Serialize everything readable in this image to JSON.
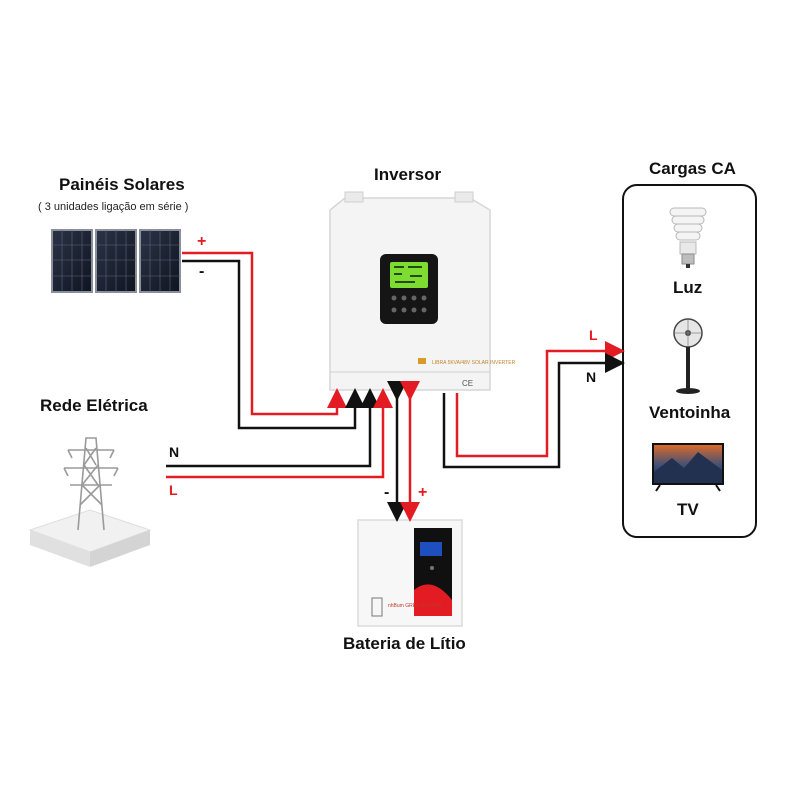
{
  "solar": {
    "title": "Painéis Solares",
    "subtitle": "( 3 unidades ligação em série )",
    "plus": "+",
    "minus": "-"
  },
  "inverter": {
    "title": "Inversor",
    "brand_text": "LIBRA 5KVA/48V SOLAR INVERTER",
    "ce_mark": "CE"
  },
  "grid": {
    "title": "Rede Elétrica",
    "n_label": "N",
    "l_label": "L"
  },
  "battery": {
    "title": "Bateria de Lítio",
    "minus": "-",
    "plus": "+",
    "brand_text": "nhBum GREENPOWER"
  },
  "loads": {
    "title": "Cargas CA",
    "l_label": "L",
    "n_label": "N",
    "items": [
      {
        "label": "Luz",
        "icon": "bulb-icon"
      },
      {
        "label": "Ventoinha",
        "icon": "fan-icon"
      },
      {
        "label": "TV",
        "icon": "tv-icon"
      }
    ]
  },
  "colors": {
    "positive_wire": "#e31b23",
    "negative_wire": "#111111"
  }
}
